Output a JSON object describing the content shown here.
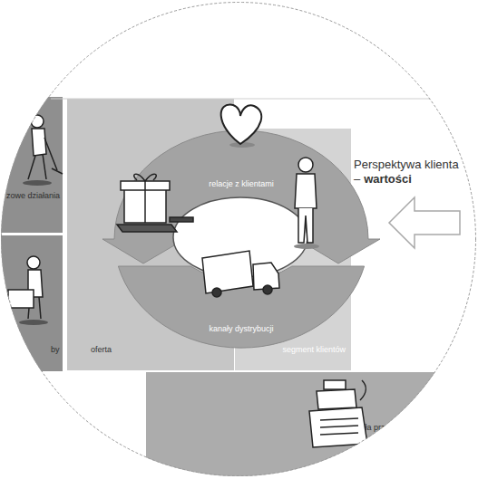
{
  "diagram": {
    "nodes": [
      {
        "text": [
          "zowe działania"
        ]
      },
      {
        "text": [
          "by"
        ]
      },
      {
        "text": [
          "oferta"
        ]
      },
      {
        "text": [
          "relacje z klientami"
        ]
      },
      {
        "text": [
          "kanały dystrybucji"
        ]
      },
      {
        "text": [
          "segment klientów"
        ]
      },
      {
        "text": [
          "źródła przychod"
        ]
      }
    ],
    "labels": [
      "Perspektywa klienta –",
      "wartości"
    ]
  }
}
